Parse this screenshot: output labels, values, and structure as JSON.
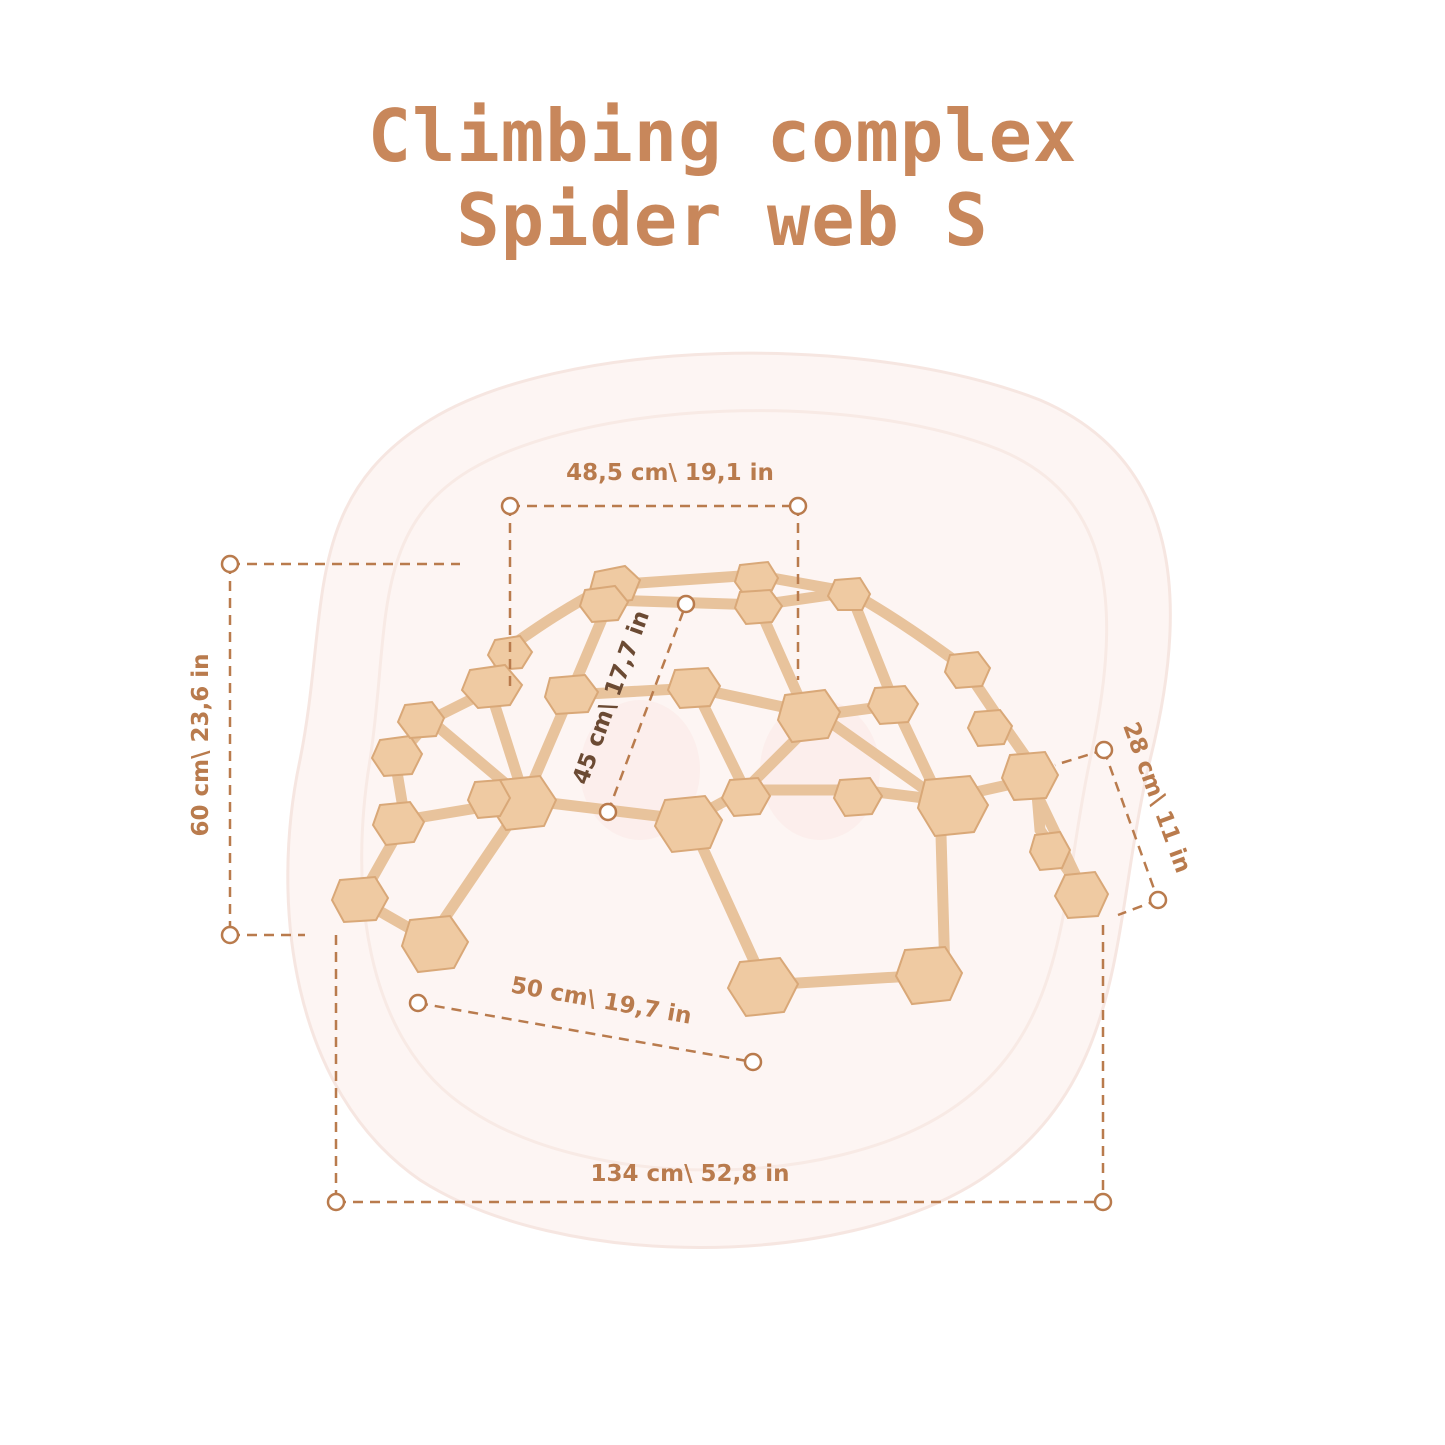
{
  "title": {
    "line1": "Climbing complex",
    "line2": "Spider web S"
  },
  "dimensions": {
    "top_width": "48,5 cm\\ 19,1 in",
    "height": "60 cm\\ 23,6 in",
    "inner_height": "45 cm\\ 17,7 in",
    "depth": "28 cm\\ 11 in",
    "bar_length": "50 cm\\ 19,7 in",
    "total_width": "134 cm\\ 52,8 in"
  },
  "colors": {
    "accent": "#c8875b",
    "dimension_line": "#b97b4d",
    "wood": "#efcaa2",
    "wood_dark": "#d9a878",
    "background_blob": "#fdf3f0"
  },
  "icons": {
    "product": "wooden-dome-climber"
  }
}
